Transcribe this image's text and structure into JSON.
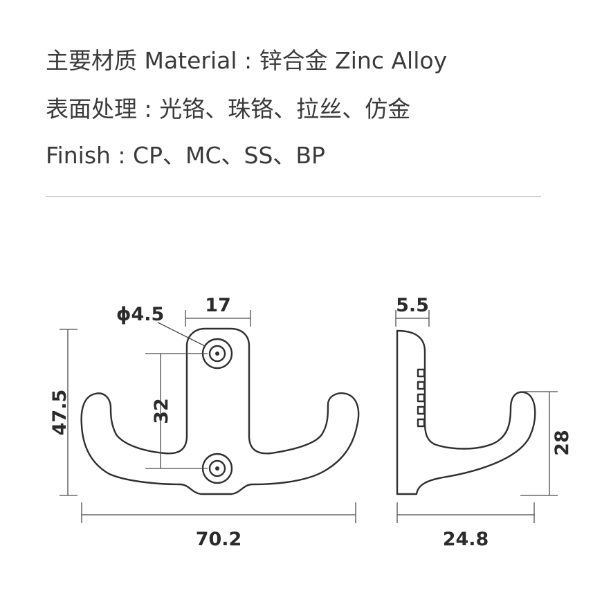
{
  "spec": {
    "material_line": "主要材质 Material : 锌合金 Zinc Alloy",
    "finish_cn_line": "表面处理 : 光铬、珠铬、拉丝、仿金",
    "finish_en_line": "Finish : CP、MC、SS、BP"
  },
  "front_view": {
    "hole_diameter": "ϕ4.5",
    "hole_spacing_width": "17",
    "hole_center_distance": "32",
    "height": "47.5",
    "width": "70.2"
  },
  "side_view": {
    "thickness": "5.5",
    "hook_height": "28",
    "depth": "24.8"
  }
}
